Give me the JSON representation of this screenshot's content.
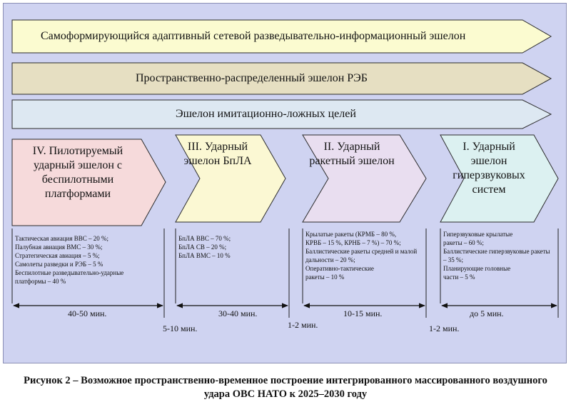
{
  "colors": {
    "background_panel": "#cfd3f1",
    "band_1": "#fbfbd0",
    "band_2": "#e6dfc2",
    "band_3": "#dde8f2",
    "chevron_iv": "#f6dadb",
    "chevron_iii": "#fbf8d3",
    "chevron_ii": "#e9def0",
    "chevron_i": "#dcf1f1",
    "outline": "#2b2b2b"
  },
  "bands": [
    {
      "text": "Самоформирующийся адаптивный сетевой разведывательно-информационный эшелон"
    },
    {
      "text": "Пространственно-распределенный эшелон РЭБ"
    },
    {
      "text": "Эшелон имитационно-ложных целей"
    }
  ],
  "echelons": [
    {
      "title_lines": [
        "IV. Пилотируемый",
        "ударный эшелон с",
        "беспилотными",
        "платформами"
      ],
      "items": "Тактическая авиация ВВС – 20 %;\nПалубная авиация ВМС – 30 %;\nСтратегическая авиация – 5 %;\nСамолеты разведки и РЭБ – 5 %\nБеспилотные разведывательно-ударные\nплатформы – 40 %",
      "duration": "40-50 мин."
    },
    {
      "title_lines": [
        "III. Ударный",
        "эшелон БпЛА"
      ],
      "items": "БпЛА ВВС – 70 %;\nБпЛА СВ – 20 %;\nБпЛА ВМС – 10 %",
      "duration": "30-40 мин."
    },
    {
      "title_lines": [
        "II. Ударный",
        "ракетный эшелон"
      ],
      "items": "Крылатые ракеты (КРМБ – 80 %,\nКРВБ – 15 %, КРНБ – 7 %) – 70 %;\nБаллистические ракеты средней и малой\nдальности – 20 %;\nОперативно-тактические\nракеты – 10 %",
      "duration": "10-15 мин."
    },
    {
      "title_lines": [
        "I. Ударный",
        "эшелон",
        "гиперзвуковых",
        "систем"
      ],
      "items": "Гиперзвуковые крылатые\nракеты – 60 %;\nБаллистические гиперзвуковые ракеты\n– 35 %;\nПланирующие головные\nчасти – 5 %",
      "duration": "до 5 мин."
    }
  ],
  "gaps": [
    "5-10 мин.",
    "1-2 мин.",
    "1-2 мин."
  ],
  "caption": {
    "line1": "Рисунок 2 – Возможное пространственно-временное построение интегрированного массированного воздушного",
    "line2": "удара ОВС НАТО к 2025–2030 году"
  }
}
